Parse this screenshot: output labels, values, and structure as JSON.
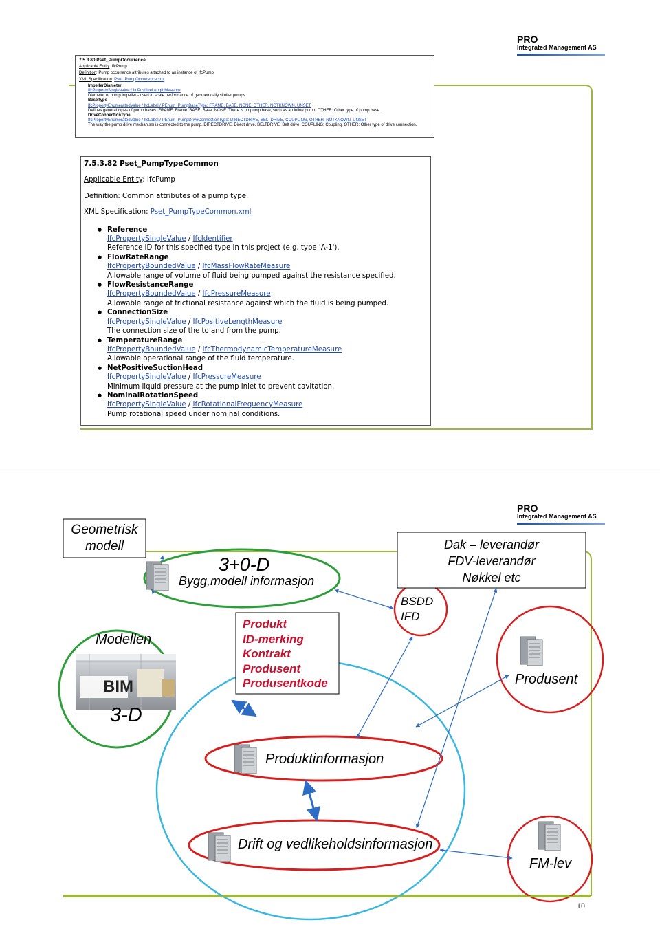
{
  "logo": {
    "pro": "PRO",
    "company": "Integrated Management AS"
  },
  "doc1": {
    "heading": "7.5.3.80 Pset_PumpOccurrence",
    "applicable_label": "Applicable Entity",
    "applicable_value": ": IfcPump",
    "definition_label": "Definition",
    "definition_value": ": Pump occurrence attributes attached to an instance of IfcPump.",
    "xml_label": "XML Specification",
    "xml_value": "Pset_PumpOccurrence.xml",
    "props": [
      {
        "name": "ImpellerDiameter",
        "types": "IfcPropertySingleValue / IfcPositiveLengthMeasure",
        "desc": "Diameter of pump impeller - used to scale performance of geometrically similar pumps."
      },
      {
        "name": "BaseType",
        "types": "IfcPropertyEnumeratedValue / IfcLabel / PEnum_PumpBaseType: FRAME, BASE, NONE, OTHER, NOTKNOWN, UNSET",
        "desc": "Defines general types of pump bases. FRAME: Frame. BASE: Base. NONE: There is no pump base, such as an inline pump. OTHER: Other type of pump base."
      },
      {
        "name": "DriveConnectionType",
        "types": "IfcPropertyEnumeratedValue / IfcLabel / PEnum_PumpDriveConnectionType: DIRECTDRIVE, BELTDRIVE, COUPLING, OTHER, NOTKNOWN, UNSET",
        "desc": "The way the pump drive mechanism is connected to the pump. DIRECTDRIVE: Direct drive. BELTDRIVE: Belt drive. COUPLING: Coupling. OTHER: Other type of drive connection."
      }
    ]
  },
  "doc2": {
    "heading": "7.5.3.82 Pset_PumpTypeCommon",
    "applicable_label": "Applicable Entity",
    "applicable_value": ": IfcPump",
    "definition_label": "Definition",
    "definition_value": ": Common attributes of a pump type.",
    "xml_label": "XML Specification",
    "xml_value": "Pset_PumpTypeCommon.xml",
    "props": [
      {
        "name": "Reference",
        "t1": "IfcPropertySingleValue",
        "t2": "IfcIdentifier",
        "desc": "Reference ID for this specified type in this project (e.g. type 'A-1')."
      },
      {
        "name": "FlowRateRange",
        "t1": "IfcPropertyBoundedValue",
        "t2": "IfcMassFlowRateMeasure",
        "desc": "Allowable range of volume of fluid being pumped against the resistance specified."
      },
      {
        "name": "FlowResistanceRange",
        "t1": "IfcPropertyBoundedValue",
        "t2": "IfcPressureMeasure",
        "desc": "Allowable range of frictional resistance against which the fluid is being pumped."
      },
      {
        "name": "ConnectionSize",
        "t1": "IfcPropertySingleValue",
        "t2": "IfcPositiveLengthMeasure",
        "desc": "The connection size of the to and from the pump."
      },
      {
        "name": "TemperatureRange",
        "t1": "IfcPropertyBoundedValue",
        "t2": "IfcThermodynamicTemperatureMeasure",
        "desc": "Allowable operational range of the fluid temperature."
      },
      {
        "name": "NetPositiveSuctionHead",
        "t1": "IfcPropertySingleValue",
        "t2": "IfcPressureMeasure",
        "desc": "Minimum liquid pressure at the pump inlet to prevent cavitation."
      },
      {
        "name": "NominalRotationSpeed",
        "t1": "IfcPropertySingleValue",
        "t2": "IfcRotationalFrequencyMeasure",
        "desc": "Pump rotational speed under nominal conditions."
      }
    ]
  },
  "diagram": {
    "geometrisk": [
      "Geometrisk",
      "modell"
    ],
    "model_title": "3+0-D",
    "model_sub": "Bygg,modell informasjon",
    "modellen": "Modellen",
    "bim": "BIM",
    "threed": "3-D",
    "product_lines": [
      "Produkt",
      "ID-merking",
      "Kontrakt",
      "Produsent",
      "Produsentkode"
    ],
    "bsdd": [
      "BSDD",
      "IFD"
    ],
    "dak": [
      "Dak – leverandør",
      "FDV-leverandør",
      "Nøkkel etc"
    ],
    "produsent": "Produsent",
    "produktinfo": "Produktinformasjon",
    "drift": "Drift og vedlikeholdsinformasjon",
    "fmlev": "FM-lev",
    "page_number": "10",
    "colors": {
      "red": "#d62020",
      "green": "#2f9e3a",
      "cyan": "#3ab7e0",
      "arrow": "#2d6bc4",
      "frame": "#9cb83b",
      "product_text": "#c8102e"
    }
  }
}
